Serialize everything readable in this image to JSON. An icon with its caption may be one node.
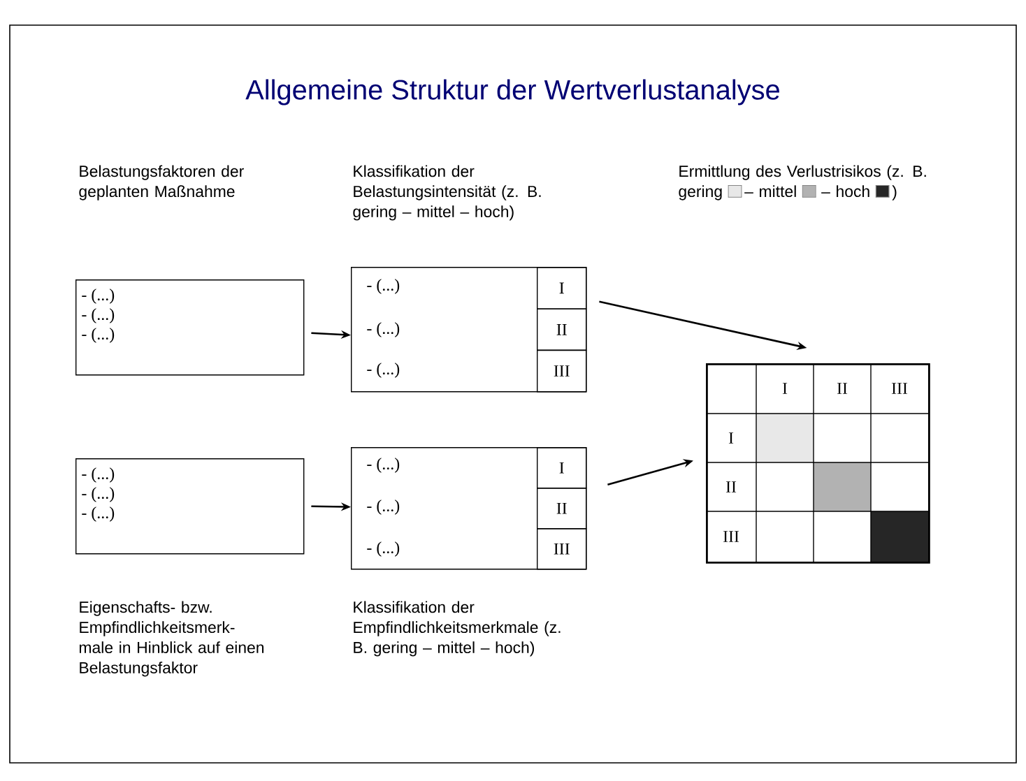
{
  "diagram": {
    "title": "Allgemeine Struktur der Wertverlustanalyse",
    "nodes": [
      {
        "text": [
          "Belastungsfaktoren der geplanten Maßnahme",
          "- (...)",
          "- (...)",
          "- (...)"
        ]
      },
      {
        "text": [
          "Klassifikation der Belastungsintensität (z. B. gering – mittel – hoch)",
          "- (...)",
          "- (...)",
          "- (...)"
        ]
      },
      {
        "text": [
          "I"
        ],
        "in": 1
      },
      {
        "text": [
          "II"
        ],
        "in": 1
      },
      {
        "text": [
          "III"
        ],
        "in": 1
      },
      {
        "text": [
          "- (...)",
          "- (...)",
          "- (...)",
          "Eigenschafts- bzw. Empfindlichkeitsmerk- male in Hinblick auf einen Belastungsfaktor"
        ]
      },
      {
        "text": [
          "- (...)",
          "- (...)",
          "- (...)",
          "Klassifikation der Empfindlichkeitsmerkmale (z. B. gering – mittel – hoch)"
        ]
      },
      {
        "text": [
          "I"
        ],
        "in": 6
      },
      {
        "text": [
          "II"
        ],
        "in": 6
      },
      {
        "text": [
          "III"
        ],
        "in": 6
      },
      {
        "text": [
          "Ermittlung des Verlustrisikos (z. B. gering",
          "– mittel",
          "– hoch",
          ")"
        ]
      }
    ],
    "edges": [
      {
        "from": 0,
        "to": 1,
        "arrow": "to"
      },
      {
        "from": 5,
        "to": 6,
        "arrow": "to"
      },
      {
        "from": 1,
        "to": 10,
        "arrow": "to"
      },
      {
        "from": 6,
        "to": 10,
        "arrow": "to"
      }
    ],
    "labels": [
      "I",
      "II",
      "III",
      "I",
      "II",
      "III"
    ]
  }
}
